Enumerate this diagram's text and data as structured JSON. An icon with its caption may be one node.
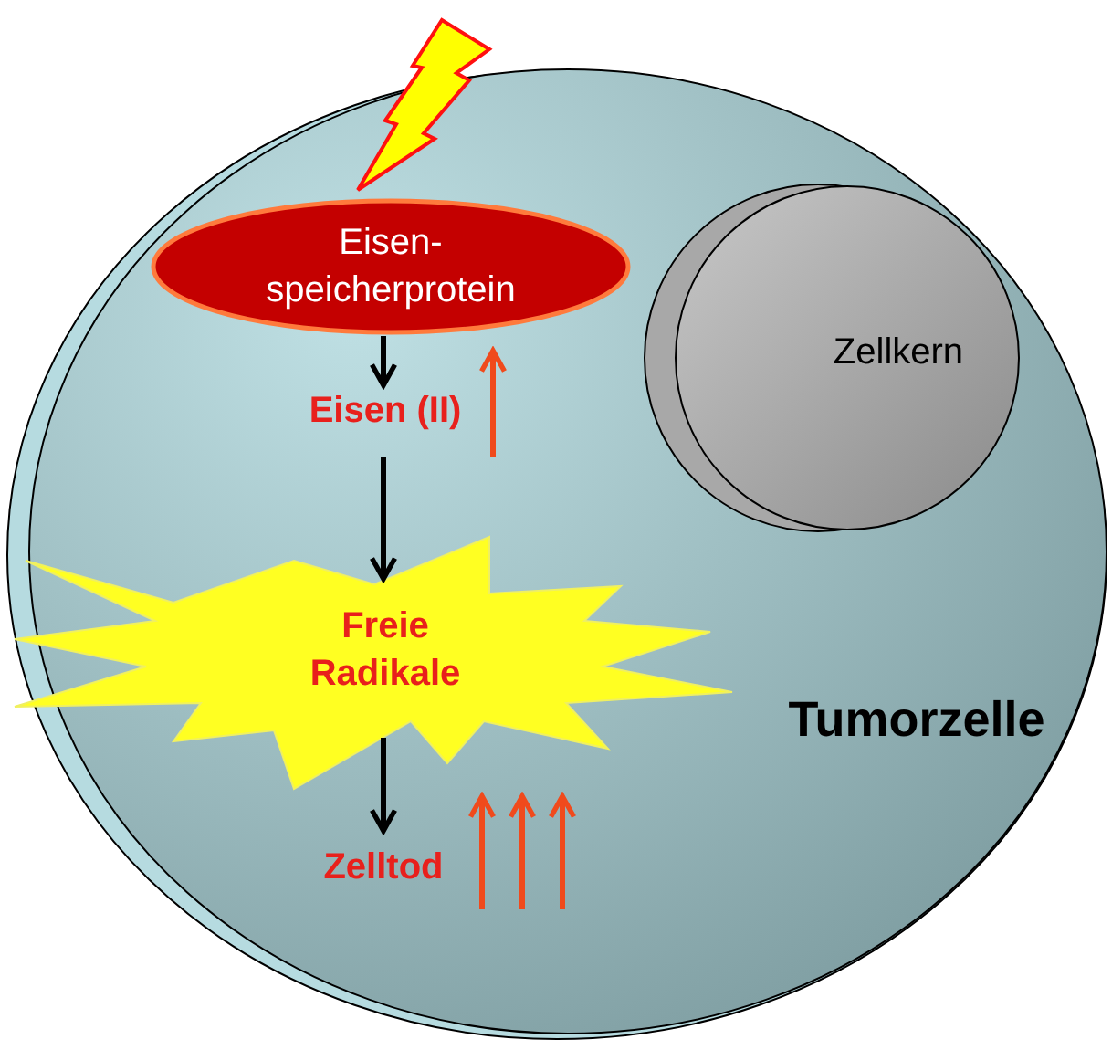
{
  "diagram": {
    "nodes": [
      {
        "text": [
          "Tumorzelle"
        ]
      },
      {
        "text": [
          "Eisen- speicherprotein"
        ],
        "in": 0
      },
      {
        "text": [
          "Eisen (II)"
        ],
        "in": 0
      },
      {
        "text": [
          "Freie Radikale"
        ],
        "in": 0
      },
      {
        "text": [
          "Zelltod"
        ],
        "in": 0
      },
      {
        "text": [
          "Zellkern"
        ],
        "in": 0
      }
    ],
    "edges": [
      {
        "from": 1,
        "to": 2,
        "arrow": "to"
      },
      {
        "from": 2,
        "to": 3,
        "arrow": "to"
      },
      {
        "from": 3,
        "to": 4,
        "arrow": "to"
      }
    ]
  }
}
